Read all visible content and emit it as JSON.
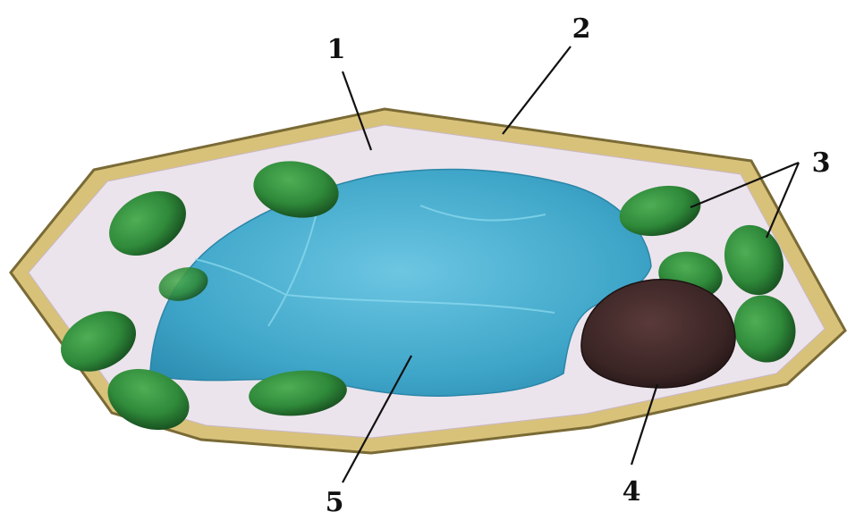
{
  "labels": {
    "cytoplasm": "1",
    "cell_wall": "2",
    "chloroplasts": "3",
    "nucleus": "4",
    "vacuole": "5"
  },
  "colors": {
    "cell_wall": "#d8c27a",
    "cell_wall_outline": "#7a6a35",
    "cytoplasm": "#ece4ec",
    "vacuole": "#3fa6c9",
    "vacuole_highlight": "#7fd3ea",
    "chloroplast": "#2f8a3a",
    "chloroplast_dark": "#1c5c25",
    "nucleus": "#3a2424"
  }
}
